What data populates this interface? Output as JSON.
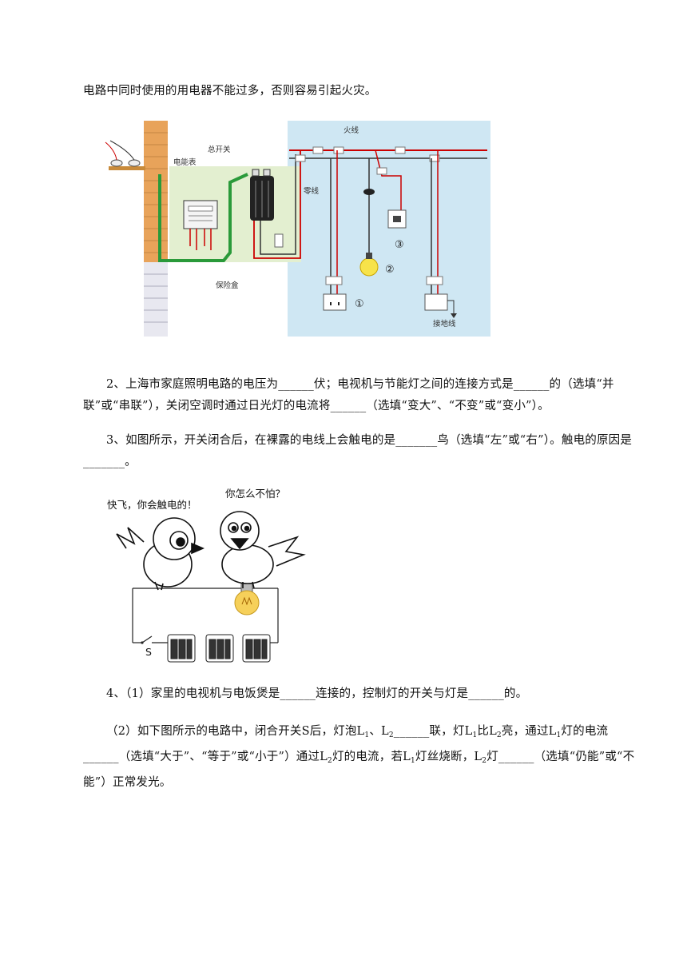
{
  "intro_line": "电路中同时使用的用电器不能过多，否则容易引起火灾。",
  "figure1": {
    "labels": {
      "main_switch": "总开关",
      "meter": "电能表",
      "fuse_box": "保险盒",
      "live_wire": "火线",
      "neutral_wire": "零线",
      "ground": "接地线"
    },
    "markers": [
      "①",
      "②",
      "③"
    ]
  },
  "q2": {
    "text": "2、上海市家庭照明电路的电压为______伏；电视机与节能灯之间的连接方式是______的（选填“并联”或“串联”），关闭空调时通过日光灯的电流将______（选填“变大”、“不变”或“变小”）。"
  },
  "q3": {
    "text": "3、如图所示，开关闭合后，在裸露的电线上会触电的是_______鸟（选填“左”或“右”）。触电的原因是_______。"
  },
  "figure2": {
    "speech_left": "快飞，你会触电的！",
    "speech_right": "你怎么不怕？",
    "switch_label": "S"
  },
  "q4": {
    "part1": "4、（1）家里的电视机与电饭煲是______连接的，控制灯的开关与灯是______的。",
    "part2": {
      "a": "（2）如下图所示的电路中，闭合开关S后，灯泡L",
      "b": "、L",
      "c": "______联，灯L",
      "d": "比L",
      "e": "亮，通过L",
      "f": "灯的电流______（选填“大于”、“等于”或“小于”）通过L",
      "g": "灯的电流，若L",
      "h": "灯丝烧断，L",
      "i": "灯______（选填“仍能”或“不能”）正常发光。",
      "sub1": "1",
      "sub2": "2"
    }
  }
}
